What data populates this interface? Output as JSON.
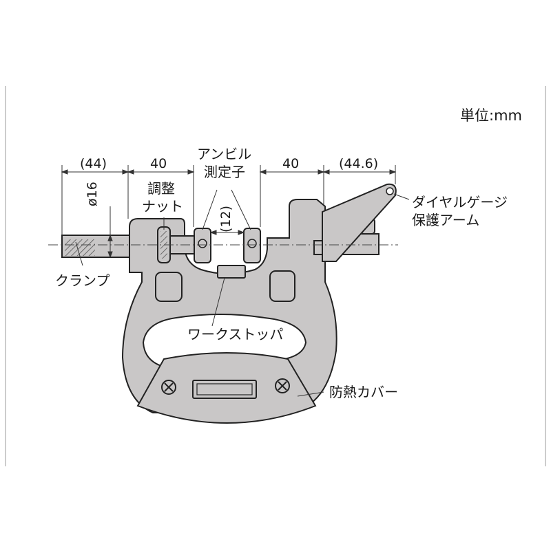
{
  "unit_label": "単位:mm",
  "dimensions": {
    "left_length": "(44)",
    "left_inner": "40",
    "right_inner": "40",
    "right_length": "(44.6)",
    "diameter": "ø16",
    "anvil_gap": "(12)"
  },
  "labels": {
    "adjust_nut": [
      "調整",
      "ナット"
    ],
    "anvil_probe": [
      "アンビル",
      "測定子"
    ],
    "dial_arm": [
      "ダイヤルゲージ",
      "保護アーム"
    ],
    "clamp": "クランプ",
    "work_stopper": "ワークストッパ",
    "heat_cover": "防熱カバー"
  },
  "colors": {
    "body_fill": "#c9c7c7",
    "line": "#222222",
    "hatch": "#555555"
  }
}
